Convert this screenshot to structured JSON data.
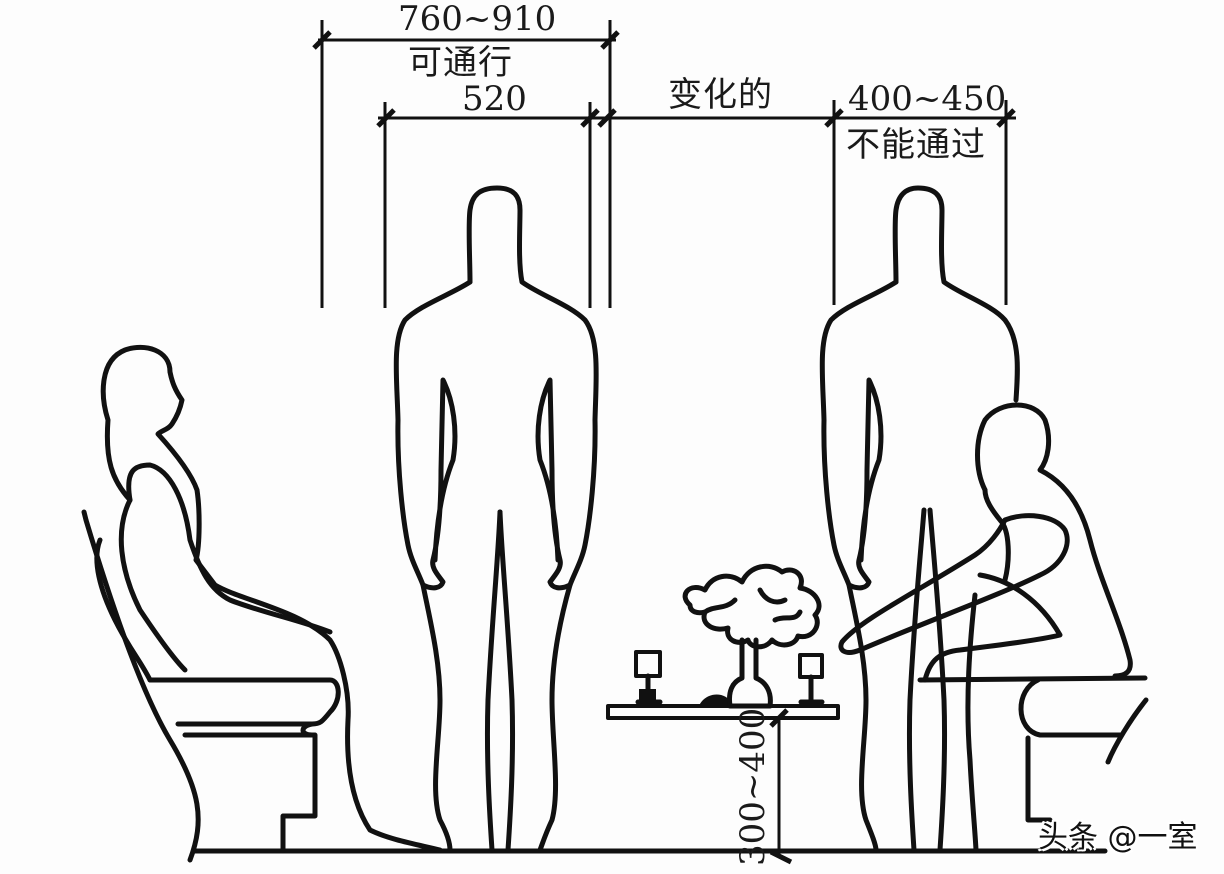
{
  "diagram": {
    "type": "anthropometric-clearance-diagram",
    "colors": {
      "line": "#111111",
      "background": "#fdfdfd"
    },
    "dimensions": {
      "walkway_total": {
        "value": "760~910",
        "note": "可通行"
      },
      "body_width": {
        "value": "520"
      },
      "variable_gap": {
        "note": "变化的"
      },
      "narrow_gap": {
        "value": "400~450",
        "note": "不能通过"
      },
      "table_height": {
        "value": "300~400"
      }
    },
    "figures": [
      {
        "id": "seated-left",
        "pose": "seated, facing right"
      },
      {
        "id": "standing-left",
        "pose": "standing, back view"
      },
      {
        "id": "standing-right",
        "pose": "standing, back view"
      },
      {
        "id": "seated-right",
        "pose": "seated, leaning forward, facing left"
      }
    ],
    "objects": [
      "armchair-left",
      "coffee-table",
      "flower-vase",
      "cup-left",
      "cup-right",
      "armchair-right",
      "floor-line"
    ]
  },
  "watermark": {
    "text": "头条 @一室"
  }
}
